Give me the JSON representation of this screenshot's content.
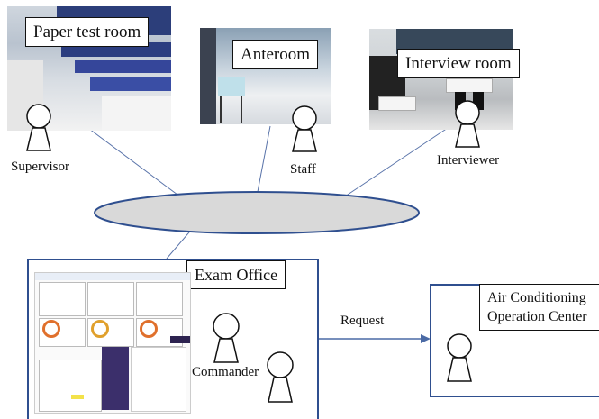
{
  "rooms": {
    "paper_test_room": "Paper test room",
    "anteroom": "Anteroom",
    "interview_room": "Interview room"
  },
  "roles": {
    "supervisor": "Supervisor",
    "staff": "Staff",
    "interviewer": "Interviewer",
    "commander": "Commander"
  },
  "exam_office": {
    "title": "Exam Office"
  },
  "air_conditioning": {
    "line1": "Air Conditioning",
    "line2": "Operation Center"
  },
  "arrow": {
    "label": "Request"
  },
  "colors": {
    "line": "#4a6aa5",
    "ellipse_fill": "#d9d9d9",
    "ellipse_stroke": "#2f4f8f",
    "box_border": "#2f4f8f"
  }
}
